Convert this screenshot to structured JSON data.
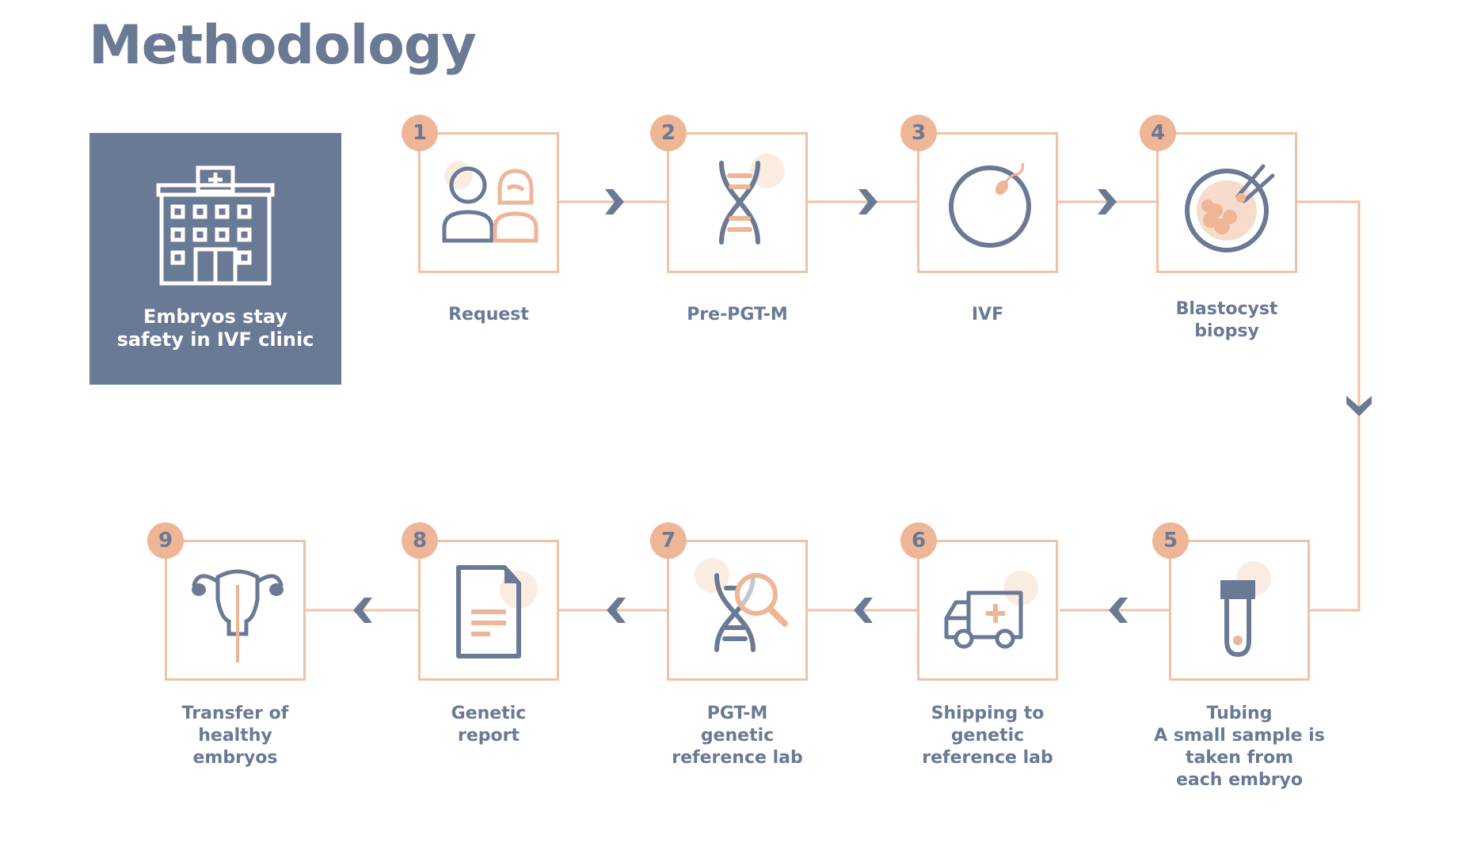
{
  "title": "Methodology",
  "clinic": {
    "label_line1": "Embryos stay",
    "label_line2": "safety in IVF clinic",
    "icon": "hospital-icon"
  },
  "colors": {
    "slate": "#6a7994",
    "peach": "#eeb596",
    "peach_line": "#f0c2a5"
  },
  "steps": [
    {
      "number": "1",
      "lines": [
        "Request"
      ],
      "icon": "people-icon"
    },
    {
      "number": "2",
      "lines": [
        "Pre-PGT-M"
      ],
      "icon": "dna-icon"
    },
    {
      "number": "3",
      "lines": [
        "IVF"
      ],
      "icon": "egg-sperm-icon"
    },
    {
      "number": "4",
      "lines": [
        "Blastocyst",
        "biopsy"
      ],
      "icon": "biopsy-icon"
    },
    {
      "number": "5",
      "lines": [
        "Tubing",
        "A small sample is",
        "taken from",
        "each embryo"
      ],
      "icon": "test-tube-icon"
    },
    {
      "number": "6",
      "lines": [
        "Shipping to",
        "genetic",
        "reference lab"
      ],
      "icon": "ambulance-icon"
    },
    {
      "number": "7",
      "lines": [
        "PGT-M",
        "genetic",
        "reference lab"
      ],
      "icon": "dna-magnifier-icon"
    },
    {
      "number": "8",
      "lines": [
        "Genetic",
        "report"
      ],
      "icon": "document-icon"
    },
    {
      "number": "9",
      "lines": [
        "Transfer of",
        "healthy",
        "embryos"
      ],
      "icon": "uterus-icon"
    }
  ]
}
